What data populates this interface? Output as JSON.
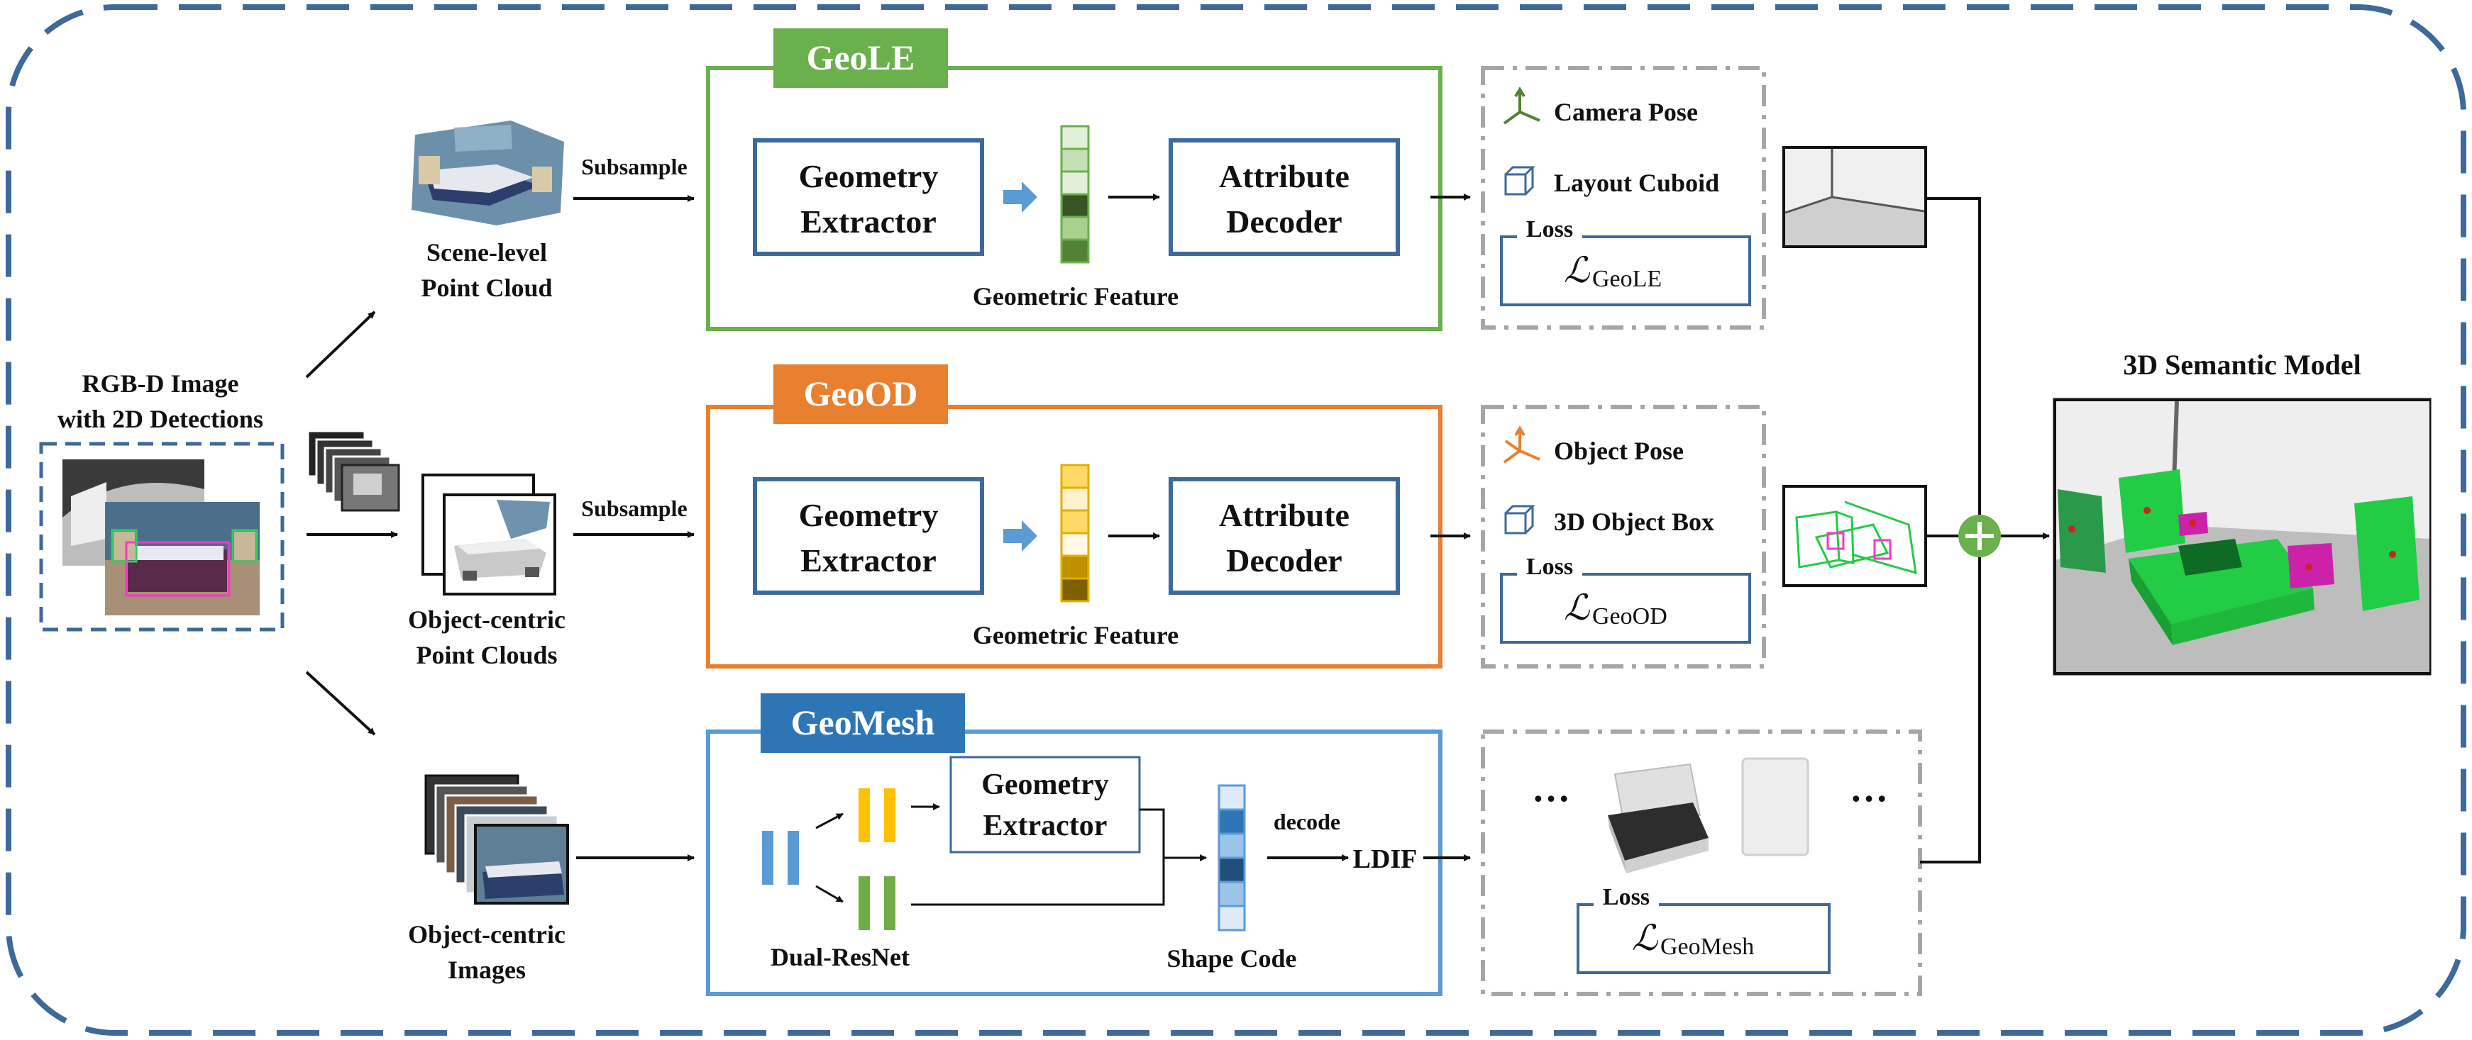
{
  "input": {
    "title_line1": "RGB-D Image",
    "title_line2": "with 2D Detections"
  },
  "inputs": {
    "scene_line1": "Scene-level",
    "scene_line2": "Point Cloud",
    "objpc_line1": "Object-centric",
    "objpc_line2": "Point Clouds",
    "objimg_line1": "Object-centric",
    "objimg_line2": "Images",
    "subsample_1": "Subsample",
    "subsample_2": "Subsample"
  },
  "geole": {
    "title": "GeoLE",
    "extractor_line1": "Geometry",
    "extractor_line2": "Extractor",
    "decoder_line1": "Attribute",
    "decoder_line2": "Decoder",
    "feature_label": "Geometric Feature",
    "color": "#6ab04c"
  },
  "geood": {
    "title": "GeoOD",
    "extractor_line1": "Geometry",
    "extractor_line2": "Extractor",
    "decoder_line1": "Attribute",
    "decoder_line2": "Decoder",
    "feature_label": "Geometric Feature",
    "color": "#e8802f"
  },
  "geomesh": {
    "title": "GeoMesh",
    "extractor_line1": "Geometry",
    "extractor_line2": "Extractor",
    "resnet_label": "Dual-ResNet",
    "shape_code_label": "Shape Code",
    "decode_label": "decode",
    "ldif_label": "LDIF",
    "color": "#2e75b6"
  },
  "outputs": {
    "camera_pose": "Camera Pose",
    "layout_cuboid": "Layout Cuboid",
    "object_pose": "Object Pose",
    "object_box": "3D Object Box",
    "loss_1": "Loss",
    "loss_2": "Loss",
    "loss_3": "Loss",
    "loss_geole_sub": "GeoLE",
    "loss_geood_sub": "GeoOD",
    "loss_geomesh_sub": "GeoMesh",
    "loss_symbol": "ℒ",
    "ellipsis_left": "…",
    "ellipsis_right": "…"
  },
  "result": {
    "title": "3D Semantic Model"
  },
  "colors": {
    "frame_blue": "#3d6a99",
    "box_blue": "#3d6a99",
    "gray_dash": "#a6a6a6",
    "green": "#6ab04c",
    "orange": "#e8802f",
    "mesh_blue": "#2e75b6",
    "plus_green": "#6ab04c"
  }
}
